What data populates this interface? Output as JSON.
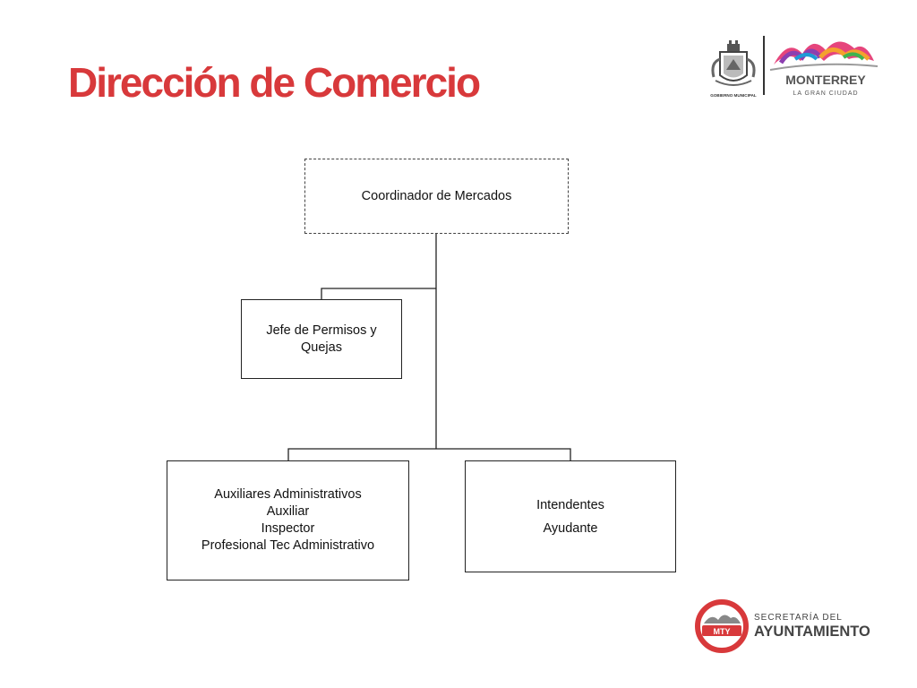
{
  "header": {
    "title": "Dirección de Comercio"
  },
  "logos": {
    "gobierno_caption": "GOBIERNO MUNICIPAL",
    "monterrey_name": "MONTERREY",
    "monterrey_tagline": "LA GRAN CIUDAD"
  },
  "org": {
    "coordinator": "Coordinador de Mercados",
    "jefe": [
      "Jefe de Permisos y",
      "Quejas"
    ],
    "auxiliares": [
      "Auxiliares Administrativos",
      "Auxiliar",
      "Inspector",
      "Profesional Tec Administrativo"
    ],
    "intendentes": [
      "Intendentes",
      "Ayudante"
    ]
  },
  "footer": {
    "badge": "MTY",
    "line1": "SECRETARÍA DEL",
    "line2": "AYUNTAMIENTO"
  },
  "colors": {
    "title": "#d8393b",
    "badge_ring": "#d8393b",
    "footer_text": "#444444"
  }
}
